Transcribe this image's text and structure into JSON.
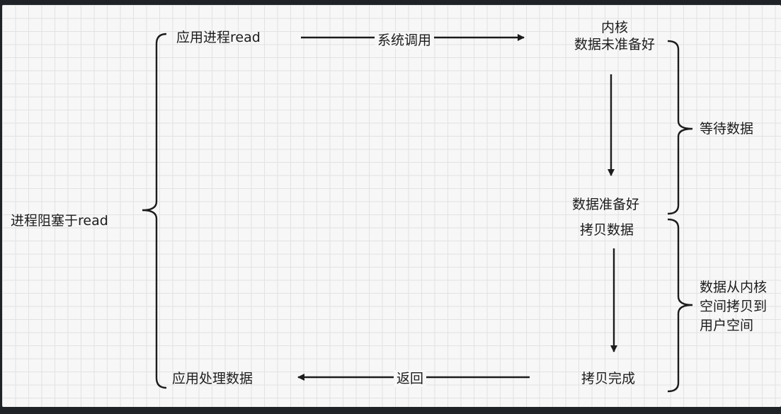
{
  "nodes": {
    "app_read": "应用进程read",
    "kernel_line1": "内核",
    "kernel_line2": "数据未准备好",
    "data_ready": "数据准备好",
    "copy_data": "拷贝数据",
    "copy_done": "拷贝完成",
    "app_process": "应用处理数据",
    "process_blocked": "进程阻塞于read"
  },
  "edges": {
    "syscall": "系统调用",
    "return": "返回"
  },
  "annotations": {
    "wait_data": "等待数据",
    "copy_line1": "数据从内核",
    "copy_line2": "空间拷贝到",
    "copy_line3": "用户空间"
  },
  "colors": {
    "stroke": "#1c1c1c",
    "grid": "#e2e2e2",
    "background": "#f7f7f7"
  }
}
